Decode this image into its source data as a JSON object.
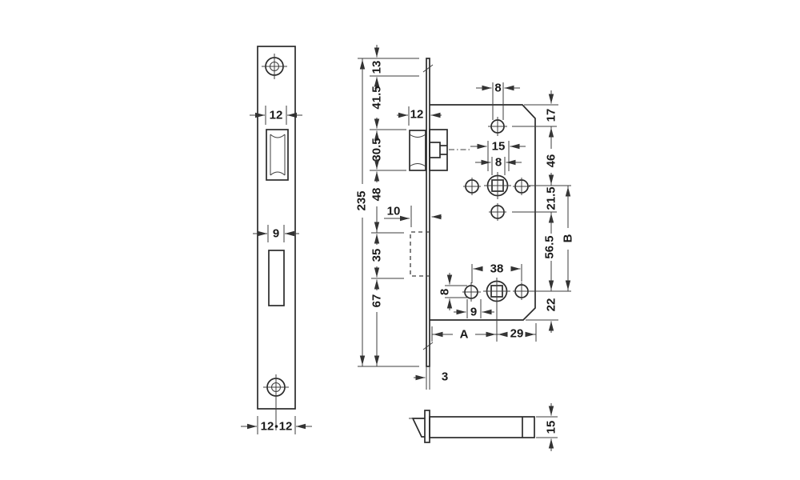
{
  "front": {
    "latch_slot_width": "12",
    "bolt_slot_width": "9",
    "width_left": "12",
    "width_right": "12"
  },
  "side": {
    "total_length": "235",
    "top_to_hole": "13",
    "hole_to_latch": "41.5",
    "latch_height": "30.5",
    "latch_to_bolt": "48",
    "bolt_height": "35",
    "bolt_to_bottom": "67",
    "latch_projection": "12",
    "bolt_projection": "10",
    "plate_thickness": "3"
  },
  "case": {
    "top_hole_dia": "8",
    "edge_to_top_hole": "17",
    "top_hole_to_follower": "46",
    "follower_dia": "15",
    "follower_square": "8",
    "follower_to_mid_hole": "21.5",
    "mid_hole_to_lower_follower": "56.5",
    "follower_centers": "B",
    "lower_follower_to_bottom": "22",
    "hole_span": "38",
    "aux_hole_dia": "8",
    "aux_hole_offset": "9",
    "backset": "A",
    "lower_follower_to_edge": "29"
  },
  "latch_section": {
    "height": "15"
  }
}
